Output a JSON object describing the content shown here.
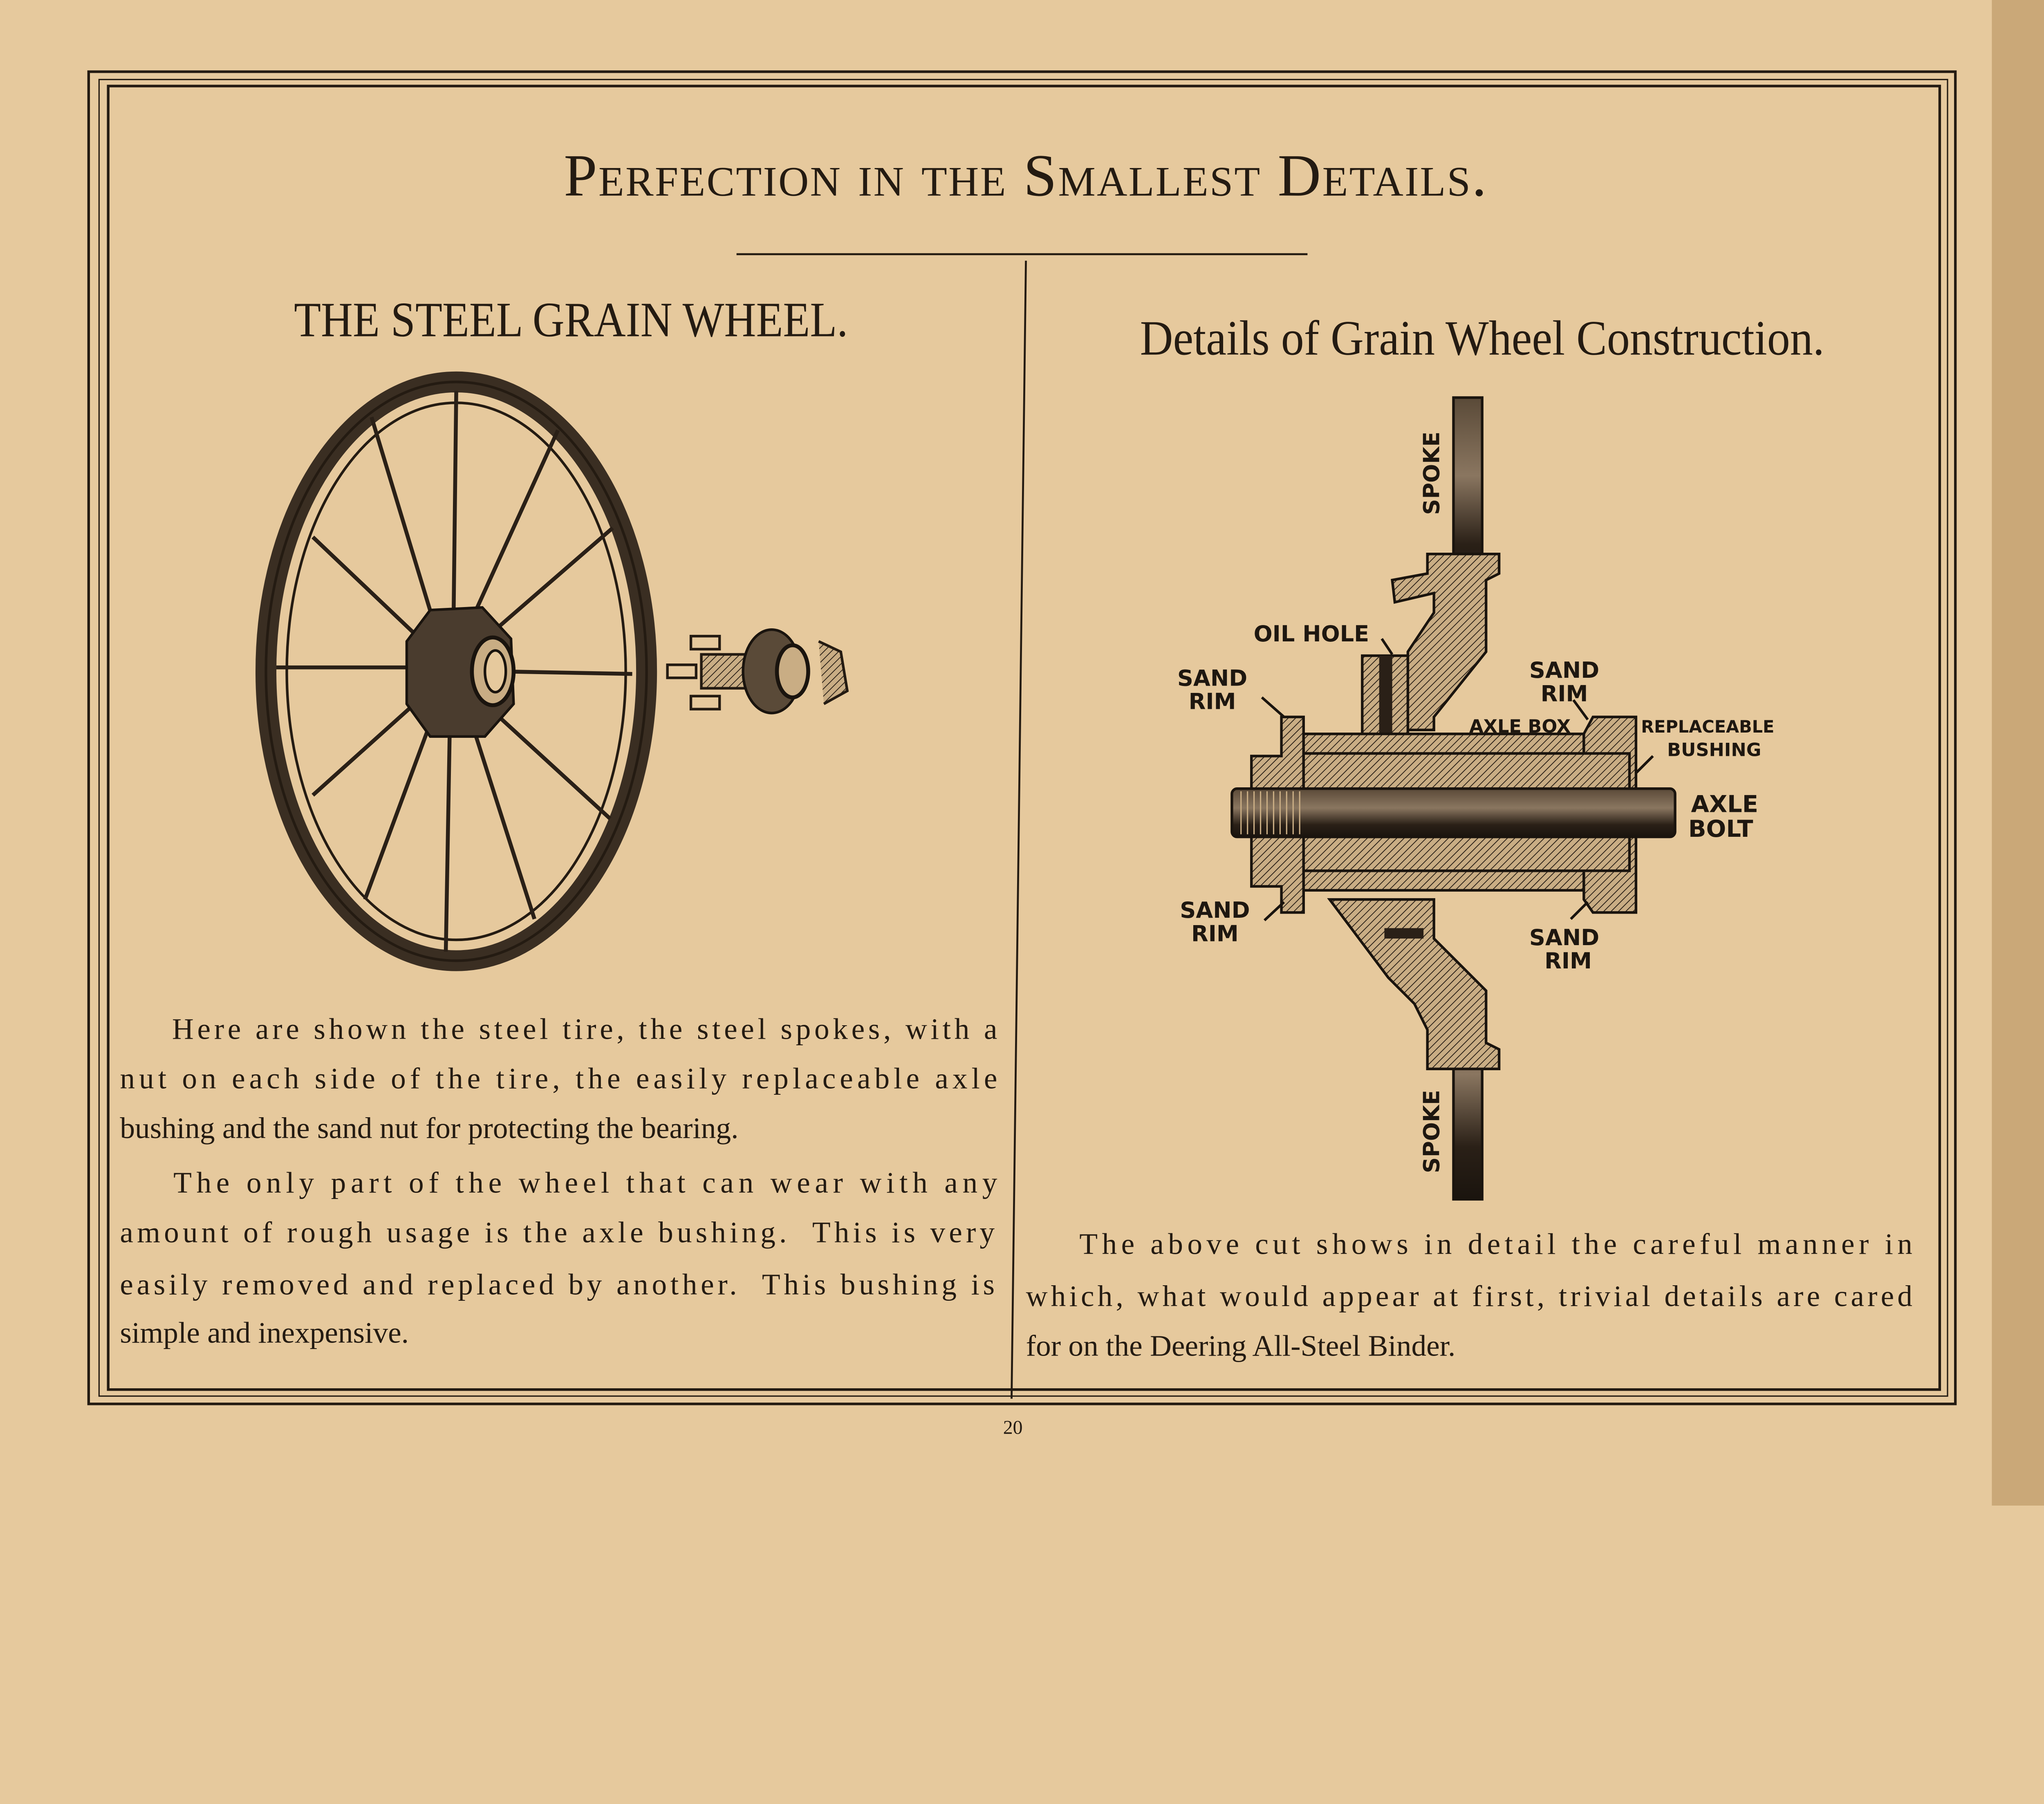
{
  "page": {
    "title": "Perfection in the Smallest Details.",
    "page_number": "20"
  },
  "left": {
    "heading": "THE STEEL GRAIN WHEEL.",
    "paragraph_lines": [
      "Here are shown the steel tire, the steel spokes, with a",
      "nut on each side of the tire, the easily replaceable axle",
      "bushing and the sand nut for protecting the bearing.",
      "The only part of the wheel that can wear with any",
      "amount of rough usage is the axle bushing.  This is very",
      "easily removed and replaced by another.  This bushing is",
      "simple and inexpensive."
    ]
  },
  "right": {
    "heading": "Details of Grain Wheel Construction.",
    "labels": {
      "spoke_top": "SPOKE",
      "spoke_bottom": "SPOKE",
      "oil_hole": "OIL HOLE",
      "sand_left_top_1": "SAND",
      "sand_left_top_2": "RIM",
      "sand_right_top_1": "SAND",
      "sand_right_top_2": "RIM",
      "axle_box": "AXLE BOX",
      "replaceable_1": "REPLACEABLE",
      "replaceable_2": "BUSHING",
      "axle_bolt_1": "AXLE",
      "axle_bolt_2": "BOLT",
      "sand_left_bottom_1": "SAND",
      "sand_left_bottom_2": "RIM",
      "sand_right_bottom_1": "SAND",
      "sand_right_bottom_2": "RIM"
    },
    "paragraph_lines": [
      "The above cut shows in detail the careful manner in",
      "which, what would appear at first, trivial details are cared",
      "for on the Deering All-Steel Binder."
    ]
  },
  "colors": {
    "paper": "#e6c99d",
    "ink": "#241b12"
  }
}
